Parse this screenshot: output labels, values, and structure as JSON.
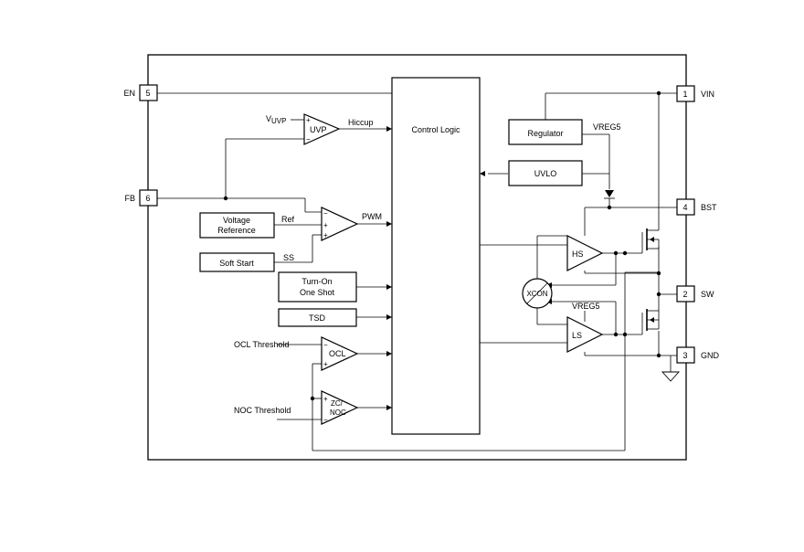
{
  "pins": {
    "en": {
      "name": "EN",
      "num": "5"
    },
    "fb": {
      "name": "FB",
      "num": "6"
    },
    "vin": {
      "name": "VIN",
      "num": "1"
    },
    "bst": {
      "name": "BST",
      "num": "4"
    },
    "sw": {
      "name": "SW",
      "num": "2"
    },
    "gnd": {
      "name": "GND",
      "num": "3"
    }
  },
  "blocks": {
    "control_logic": "Control Logic",
    "regulator": "Regulator",
    "uvlo": "UVLO",
    "vref_line1": "Voltage",
    "vref_line2": "Reference",
    "soft_start": "Soft Start",
    "one_shot_line1": "Turn-On",
    "one_shot_line2": "One Shot",
    "tsd": "TSD"
  },
  "amps": {
    "uvp": "UVP",
    "pwm_comp": "",
    "ocl": "OCL",
    "zc_line1": "ZC/",
    "zc_line2": "NOC",
    "hs": "HS",
    "ls": "LS",
    "xcon": "XCON"
  },
  "signals": {
    "vuvp_main": "V",
    "vuvp_sub": "UVP",
    "hiccup": "Hiccup",
    "pwm": "PWM",
    "ref": "Ref",
    "ss": "SS",
    "vreg5_top": "VREG5",
    "vreg5_ls": "VREG5",
    "ocl_threshold": "OCL Threshold",
    "noc_threshold": "NOC Threshold"
  },
  "polarity": {
    "plus": "+",
    "minus": "−"
  }
}
